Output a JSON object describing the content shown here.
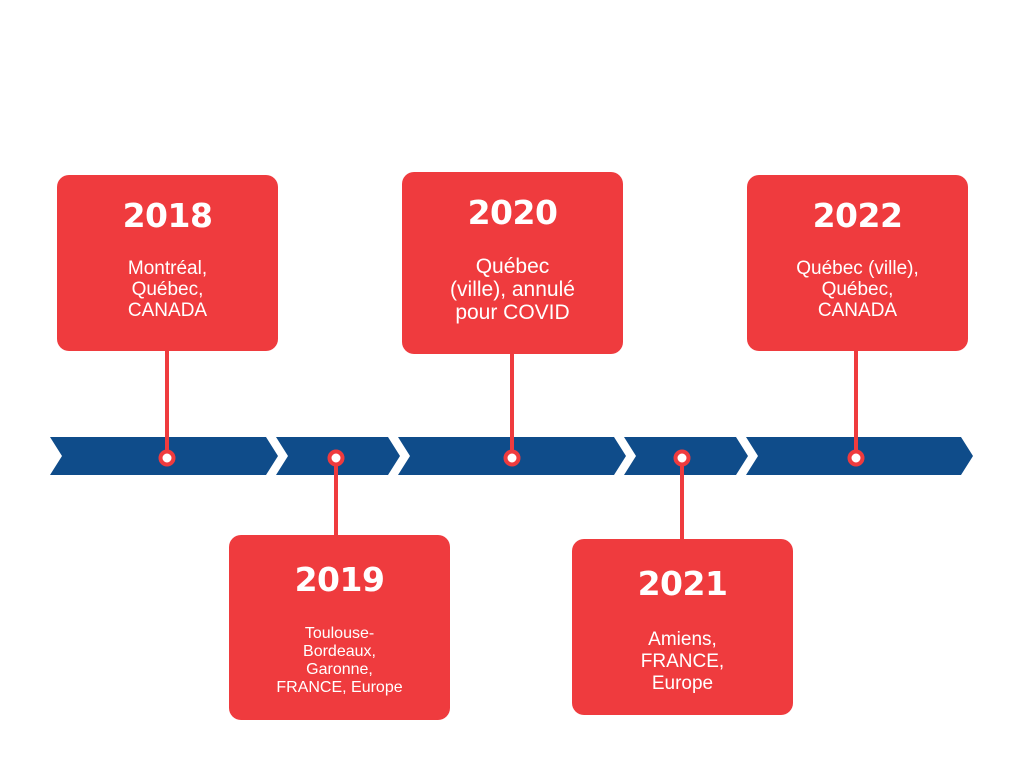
{
  "colors": {
    "card": "#ef3b3e",
    "arrow": "#0f4c8a",
    "connector": "#ef3b3e",
    "text": "#ffffff",
    "background": "#ffffff"
  },
  "timeline": {
    "events": [
      {
        "year": "2018",
        "place": "Montréal,\nQuébec,\nCANADA"
      },
      {
        "year": "2019",
        "place": "Toulouse-\nBordeaux,\nGaronne,\nFRANCE, Europe"
      },
      {
        "year": "2020",
        "place": "Québec\n(ville), annulé\npour COVID"
      },
      {
        "year": "2021",
        "place": "Amiens,\nFRANCE,\nEurope"
      },
      {
        "year": "2022",
        "place": "Québec (ville),\nQuébec,\nCANADA"
      }
    ]
  }
}
